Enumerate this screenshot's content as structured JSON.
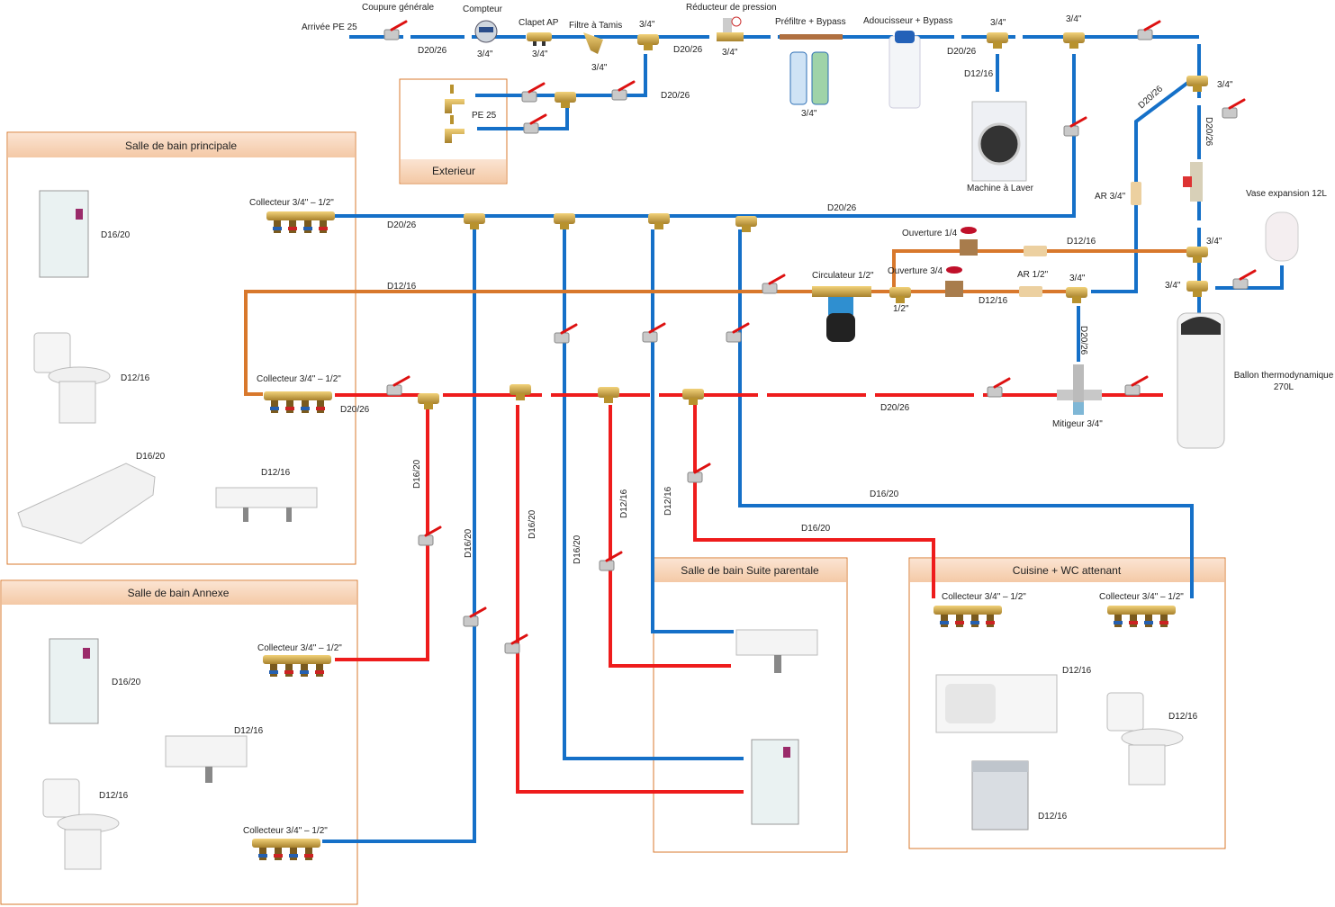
{
  "colors": {
    "cold": "#1570c8",
    "hot": "#ee1c1c",
    "return": "#d8782c",
    "box_border": "#d8782c",
    "box_header": "#f8d7bd"
  },
  "boxes": {
    "principale": "Salle de bain principale",
    "exterieur": "Exterieur",
    "annexe": "Salle de bain Annexe",
    "suite": "Salle de bain Suite parentale",
    "cuisine": "Cuisine + WC attenant"
  },
  "components": {
    "arrivee": "Arrivée PE 25",
    "coupure": "Coupure générale",
    "compteur": "Compteur",
    "clapet": "Clapet AP",
    "filtre": "Filtre à Tamis",
    "reducteur": "Réducteur de pression",
    "prefiltre": "Préfiltre + Bypass",
    "adoucisseur": "Adoucisseur + Bypass",
    "machine": "Machine à Laver",
    "pe25": "PE 25",
    "vase": "Vase expansion 12L",
    "ballon_1": "Ballon thermodynamique",
    "ballon_2": "270L",
    "mitigeur": "Mitigeur 3/4\"",
    "circulateur": "Circulateur 1/2\"",
    "ouverture_14": "Ouverture 1/4",
    "ouverture_34": "Ouverture 3/4",
    "ar_12": "AR 1/2\"",
    "ar_34": "AR 3/4\"",
    "collecteur": "Collecteur 3/4\" – 1/2\""
  },
  "sizes": {
    "d2026": "D20/26",
    "d1216": "D12/16",
    "d1620": "D16/20",
    "t34": "3/4\"",
    "t12": "1/2\""
  }
}
